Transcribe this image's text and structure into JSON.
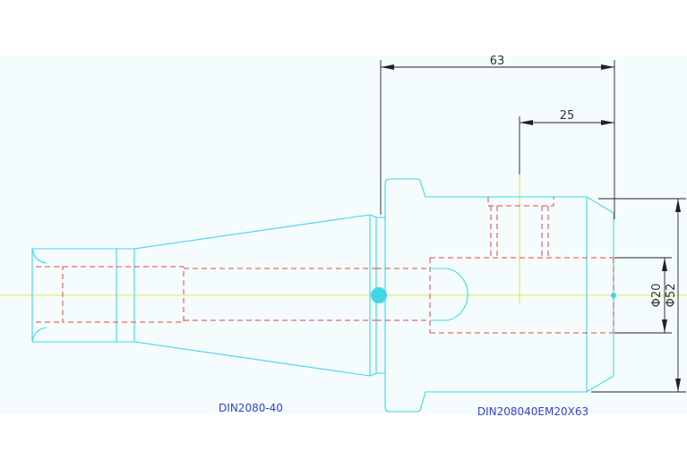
{
  "dimensions": {
    "length_total": "63",
    "length_partial": "25",
    "diameter_small": "Φ20",
    "diameter_large": "Φ52"
  },
  "labels": {
    "left_part": "DIN2080-40",
    "right_part": "DIN208040EM20X63"
  },
  "colors": {
    "background": "#f4fcfd",
    "outline": "#3fd6e6",
    "hidden_lines": "#f04040",
    "center_line": "#e8e84a",
    "dimension_lines": "#222222",
    "label_text": "#3344cc"
  }
}
